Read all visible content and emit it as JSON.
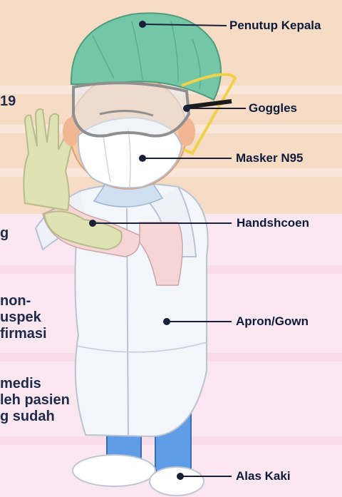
{
  "labels": {
    "head_cover": "Penutup Kepala",
    "goggles": "Goggles",
    "mask": "Masker N95",
    "gloves": "Handshcoen",
    "apron": "Apron/Gown",
    "footwear": "Alas Kaki"
  },
  "left_text": {
    "line1": "19",
    "line2": "g",
    "line3a": "non-",
    "line3b": "uspek",
    "line3c": "firmasi",
    "line4a": "medis",
    "line4b": "leh pasien",
    "line4c": "g sudah"
  },
  "colors": {
    "cap": "#74c7a6",
    "goggles_frame": "#9a9a9a",
    "mask": "#ffffff",
    "glove": "#dfe3b4",
    "gown": "#f3f6fb",
    "shoe_cover": "#5f9ee6"
  }
}
